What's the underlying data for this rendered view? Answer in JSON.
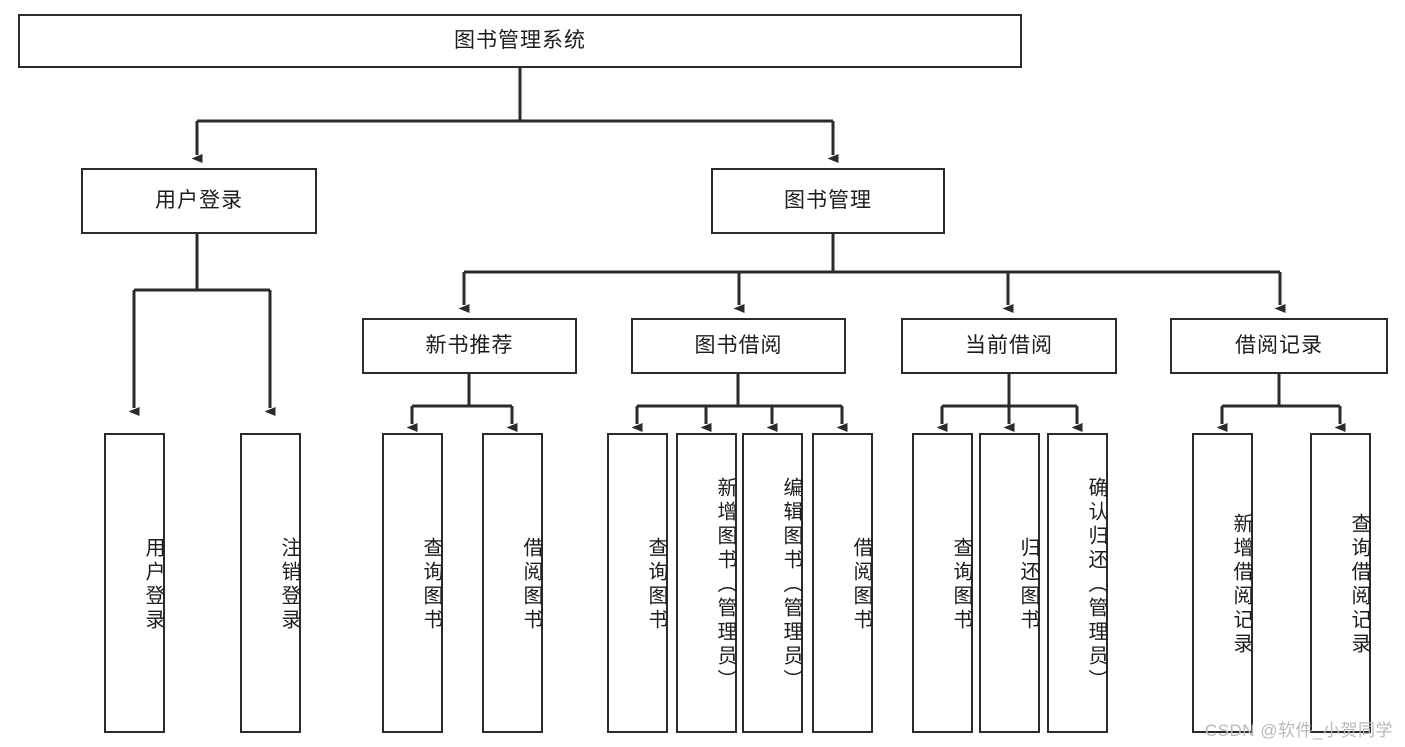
{
  "diagram": {
    "type": "tree",
    "title": "图书管理系统",
    "watermark": "CSDN @软件_小贺同学",
    "colors": {
      "stroke": "#2b2b2b",
      "background": "#ffffff",
      "text": "#1d1d1d",
      "watermark": "#b9b9b9"
    },
    "levels": {
      "root": {
        "label": "图书管理系统"
      },
      "level2": [
        {
          "label": "用户登录"
        },
        {
          "label": "图书管理"
        }
      ],
      "level3": [
        {
          "label": "新书推荐"
        },
        {
          "label": "图书借阅"
        },
        {
          "label": "当前借阅"
        },
        {
          "label": "借阅记录"
        }
      ],
      "leaves": [
        {
          "label": "用户登录",
          "parent": "用户登录"
        },
        {
          "label": "注销登录",
          "parent": "用户登录"
        },
        {
          "label": "查询图书",
          "parent": "新书推荐"
        },
        {
          "label": "借阅图书",
          "parent": "新书推荐"
        },
        {
          "label": "查询图书",
          "parent": "图书借阅"
        },
        {
          "label": "新增图书（管理员）",
          "parent": "图书借阅"
        },
        {
          "label": "编辑图书（管理员）",
          "parent": "图书借阅"
        },
        {
          "label": "借阅图书",
          "parent": "图书借阅"
        },
        {
          "label": "查询图书",
          "parent": "当前借阅"
        },
        {
          "label": "归还图书",
          "parent": "当前借阅"
        },
        {
          "label": "确认归还（管理员）",
          "parent": "当前借阅"
        },
        {
          "label": "新增借阅记录",
          "parent": "借阅记录"
        },
        {
          "label": "查询借阅记录",
          "parent": "借阅记录"
        }
      ]
    }
  }
}
